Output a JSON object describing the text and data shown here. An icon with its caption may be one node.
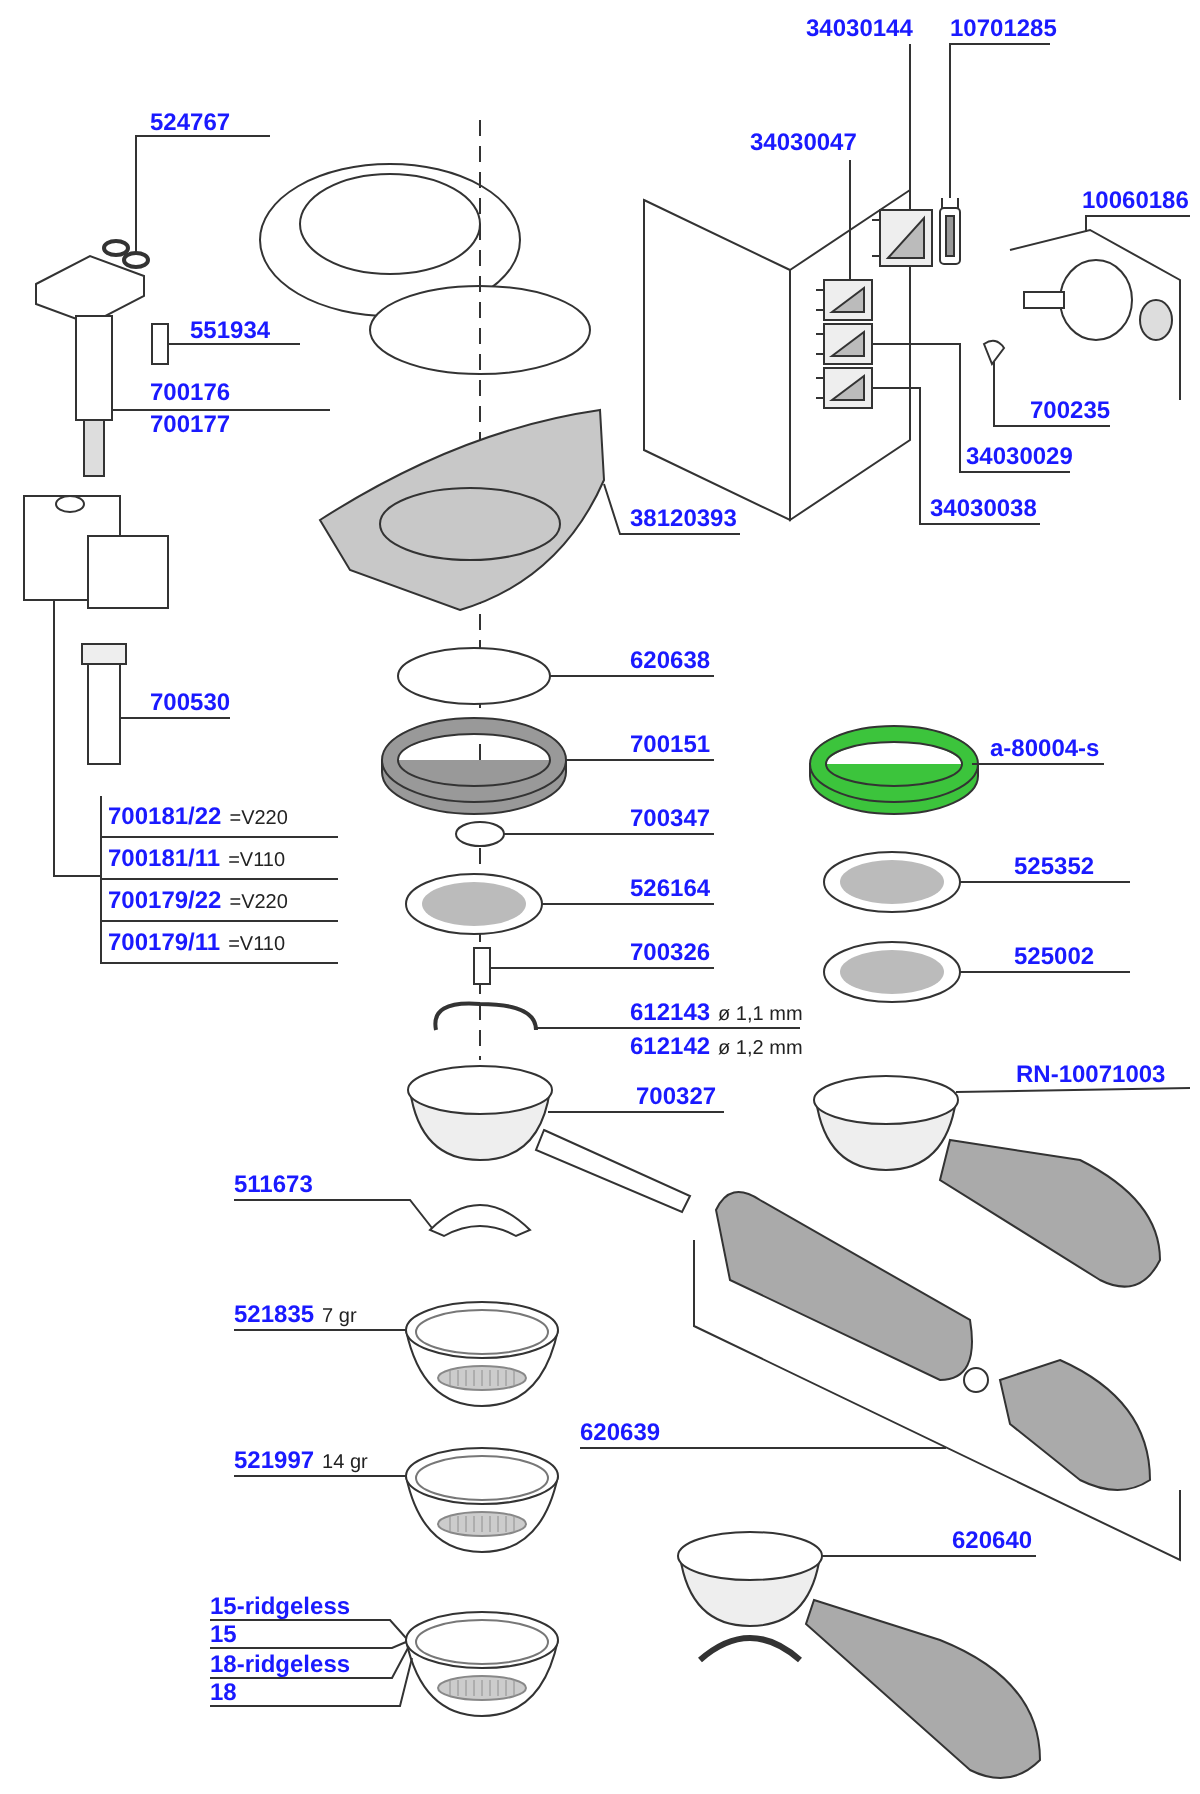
{
  "diagram": {
    "nodes": [
      {
        "text": [
          "524767"
        ]
      },
      {
        "text": [
          "551934"
        ]
      },
      {
        "text": [
          "700176"
        ]
      },
      {
        "text": [
          "700177"
        ]
      },
      {
        "text": [
          "700530"
        ]
      },
      {
        "text": [],
        "shape": "box"
      },
      {
        "text": [
          "700181/22"
        ],
        "beside": [
          "=V220"
        ],
        "in": 5
      },
      {
        "text": [
          "700181/11"
        ],
        "beside": [
          "=V110"
        ],
        "in": 5
      },
      {
        "text": [
          "700179/22"
        ],
        "beside": [
          "=V220"
        ],
        "in": 5
      },
      {
        "text": [
          "700179/11"
        ],
        "beside": [
          "=V110"
        ],
        "in": 5
      },
      {
        "text": [
          "34030144"
        ]
      },
      {
        "text": [
          "10701285"
        ]
      },
      {
        "text": [
          "34030047"
        ]
      },
      {
        "text": [
          "10060186"
        ]
      },
      {
        "text": [
          "700235"
        ]
      },
      {
        "text": [
          "34030029"
        ]
      },
      {
        "text": [
          "34030038"
        ]
      },
      {
        "text": [
          "38120393"
        ]
      },
      {
        "text": [
          "620638"
        ]
      },
      {
        "text": [
          "700151"
        ]
      },
      {
        "text": [
          "a-80004-s"
        ]
      },
      {
        "text": [
          "700347"
        ]
      },
      {
        "text": [
          "526164"
        ]
      },
      {
        "text": [
          "525352"
        ]
      },
      {
        "text": [
          "700326"
        ]
      },
      {
        "text": [
          "525002"
        ]
      },
      {
        "text": [
          "612143"
        ],
        "beside": [
          "ø 1,1 mm"
        ]
      },
      {
        "text": [
          "612142"
        ],
        "beside": [
          "ø 1,2 mm"
        ]
      },
      {
        "text": [
          "RN-10071003"
        ]
      },
      {
        "text": [
          "700327"
        ]
      },
      {
        "text": [
          "511673"
        ]
      },
      {
        "text": [
          "521835"
        ],
        "beside": [
          "7 gr"
        ]
      },
      {
        "text": [
          "620639"
        ]
      },
      {
        "text": [
          "521997"
        ],
        "beside": [
          "14 gr"
        ]
      },
      {
        "text": [
          "620640"
        ]
      },
      {
        "text": [
          "15-ridgeless"
        ]
      },
      {
        "text": [
          "15"
        ]
      },
      {
        "text": [
          "18-ridgeless"
        ]
      },
      {
        "text": [
          "18"
        ]
      },
      {
        "text": [],
        "shape": "picture"
      },
      {
        "text": [],
        "shape": "picture"
      },
      {
        "text": [],
        "shape": "picture"
      },
      {
        "text": [],
        "shape": "picture"
      },
      {
        "text": [],
        "shape": "picture"
      },
      {
        "text": [],
        "shape": "picture"
      },
      {
        "text": [],
        "shape": "picture"
      },
      {
        "text": [],
        "shape": "picture"
      },
      {
        "text": [],
        "shape": "picture"
      },
      {
        "text": [],
        "shape": "picture"
      },
      {
        "text": [],
        "shape": "picture"
      },
      {
        "text": [],
        "shape": "picture"
      },
      {
        "text": [],
        "shape": "picture"
      },
      {
        "text": [],
        "shape": "picture"
      },
      {
        "text": [],
        "shape": "picture"
      },
      {
        "text": [],
        "shape": "picture"
      },
      {
        "text": [],
        "shape": "picture"
      },
      {
        "text": [],
        "shape": "picture"
      },
      {
        "text": [],
        "shape": "picture"
      },
      {
        "text": [],
        "shape": "picture"
      },
      {
        "text": [],
        "shape": "picture"
      },
      {
        "text": [],
        "shape": "picture"
      },
      {
        "text": [],
        "shape": "picture"
      },
      {
        "text": [],
        "shape": "picture"
      },
      {
        "text": [],
        "shape": "picture"
      },
      {
        "text": [],
        "shape": "picture"
      },
      {
        "text": [],
        "shape": "picture"
      },
      {
        "text": [],
        "shape": "picture"
      },
      {
        "text": [],
        "shape": "picture"
      },
      {
        "text": [],
        "shape": "picture"
      }
    ],
    "edges": [
      {
        "from": 0,
        "to": 39,
        "arrow": "none"
      },
      {
        "from": 1,
        "to": 40,
        "arrow": "none"
      },
      {
        "from": 2,
        "to": 41,
        "arrow": "none"
      },
      {
        "from": 3,
        "to": 41,
        "arrow": "none"
      },
      {
        "from": 4,
        "to": 42,
        "arrow": "none"
      },
      {
        "from": 5,
        "to": 43,
        "arrow": "none"
      },
      {
        "from": 10,
        "to": 44,
        "arrow": "none"
      },
      {
        "from": 11,
        "to": 45,
        "arrow": "none"
      },
      {
        "from": 12,
        "to": 46,
        "arrow": "none"
      },
      {
        "from": 13,
        "to": 49,
        "arrow": "none"
      },
      {
        "from": 14,
        "to": 50,
        "arrow": "none"
      },
      {
        "from": 15,
        "to": 47,
        "arrow": "none"
      },
      {
        "from": 16,
        "to": 48,
        "arrow": "none"
      },
      {
        "from": 17,
        "to": 51,
        "arrow": "none"
      },
      {
        "from": 18,
        "to": 52,
        "arrow": "none"
      },
      {
        "from": 19,
        "to": 53,
        "arrow": "none"
      },
      {
        "from": 20,
        "to": 54,
        "arrow": "none"
      },
      {
        "from": 21,
        "to": 55,
        "arrow": "none"
      },
      {
        "from": 22,
        "to": 56,
        "arrow": "none"
      },
      {
        "from": 23,
        "to": 57,
        "arrow": "none"
      },
      {
        "from": 24,
        "to": 58,
        "arrow": "none"
      },
      {
        "from": 25,
        "to": 59,
        "arrow": "none"
      },
      {
        "from": 26,
        "to": 60,
        "arrow": "none"
      },
      {
        "from": 27,
        "to": 60,
        "arrow": "none"
      },
      {
        "from": 28,
        "to": 61,
        "arrow": "none"
      },
      {
        "from": 29,
        "to": 62,
        "arrow": "none"
      },
      {
        "from": 30,
        "to": 63,
        "arrow": "none"
      },
      {
        "from": 31,
        "to": 64,
        "arrow": "none"
      },
      {
        "from": 32,
        "to": 65,
        "arrow": "none"
      },
      {
        "from": 33,
        "to": 66,
        "arrow": "none"
      },
      {
        "from": 34,
        "to": 67,
        "arrow": "none"
      },
      {
        "from": 35,
        "to": 68,
        "arrow": "none"
      },
      {
        "from": 36,
        "to": 68,
        "arrow": "none"
      },
      {
        "from": 37,
        "to": 68,
        "arrow": "none"
      },
      {
        "from": 38,
        "to": 68,
        "arrow": "none"
      }
    ]
  }
}
